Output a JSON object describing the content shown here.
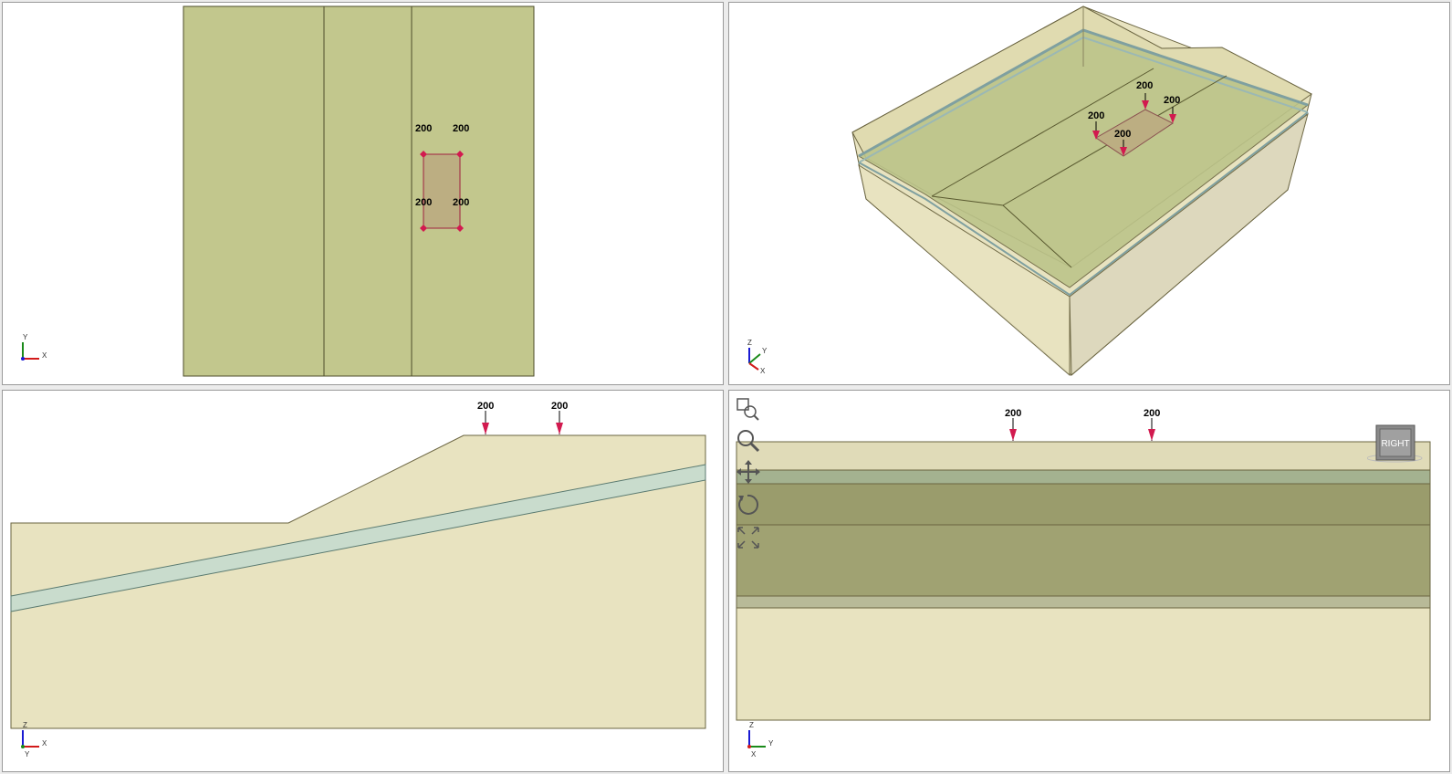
{
  "viewports": {
    "top": {
      "name": "top"
    },
    "iso": {
      "name": "iso"
    },
    "front": {
      "name": "front"
    },
    "right": {
      "name": "right"
    }
  },
  "loads": {
    "top": [
      "200",
      "200",
      "200",
      "200"
    ],
    "iso": [
      "200",
      "200",
      "200",
      "200"
    ],
    "front": [
      "200",
      "200"
    ],
    "right": [
      "200",
      "200"
    ]
  },
  "axes": {
    "top": {
      "a": "Y",
      "b": "X"
    },
    "iso": {
      "a": "Z",
      "b": "Y",
      "c": "X"
    },
    "front": {
      "a": "Z",
      "b": "X",
      "c": "Y"
    },
    "right": {
      "a": "Z",
      "b": "X",
      "c": "Y"
    }
  },
  "view_cube": {
    "label": "RIGHT"
  },
  "toolbar": [
    "zoom-window-icon",
    "zoom-icon",
    "pan-icon",
    "rotate-icon",
    "zoom-extents-icon"
  ],
  "colors": {
    "soil_green": "#c2c78d",
    "soil_beige": "#e8e3c0",
    "water_layer": "#c9dccd",
    "load_pink": "#d21a4f",
    "footing": "#bcae82"
  }
}
